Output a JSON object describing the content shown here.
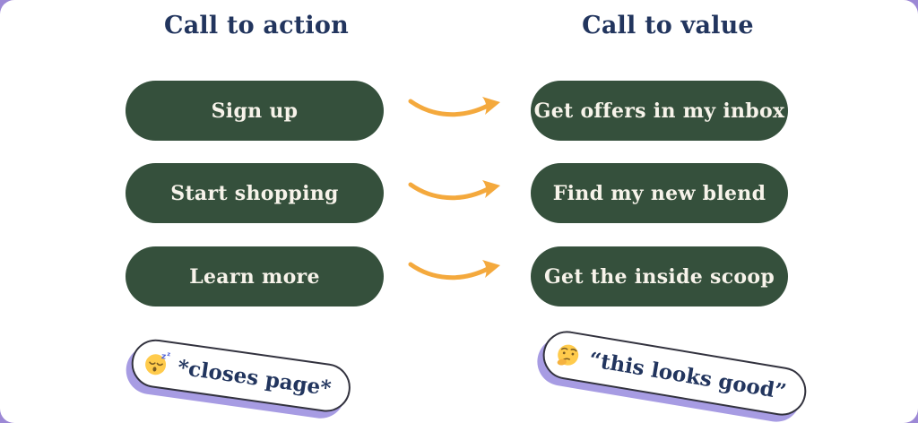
{
  "left_column": {
    "header": "Call to action",
    "buttons": [
      "Sign up",
      "Start shopping",
      "Learn more"
    ],
    "caption": {
      "emoji": "sleeping-face-emoji",
      "text": "*closes page*"
    }
  },
  "right_column": {
    "header": "Call to value",
    "buttons": [
      "Get offers in my inbox",
      "Find my new blend",
      "Get the inside scoop"
    ],
    "caption": {
      "emoji": "thinking-face-emoji",
      "text": "“this looks good”"
    }
  },
  "icons": {
    "arrow": "curved-right-arrow-icon"
  },
  "colors": {
    "background": "#9c88d5",
    "card": "#ffffff",
    "heading_text": "#22355e",
    "button_fill": "#35503c",
    "button_text": "#f7f3ea",
    "arrow": "#f4a93d",
    "caption_border": "#32323e",
    "caption_shadow": "#a79ce3"
  }
}
